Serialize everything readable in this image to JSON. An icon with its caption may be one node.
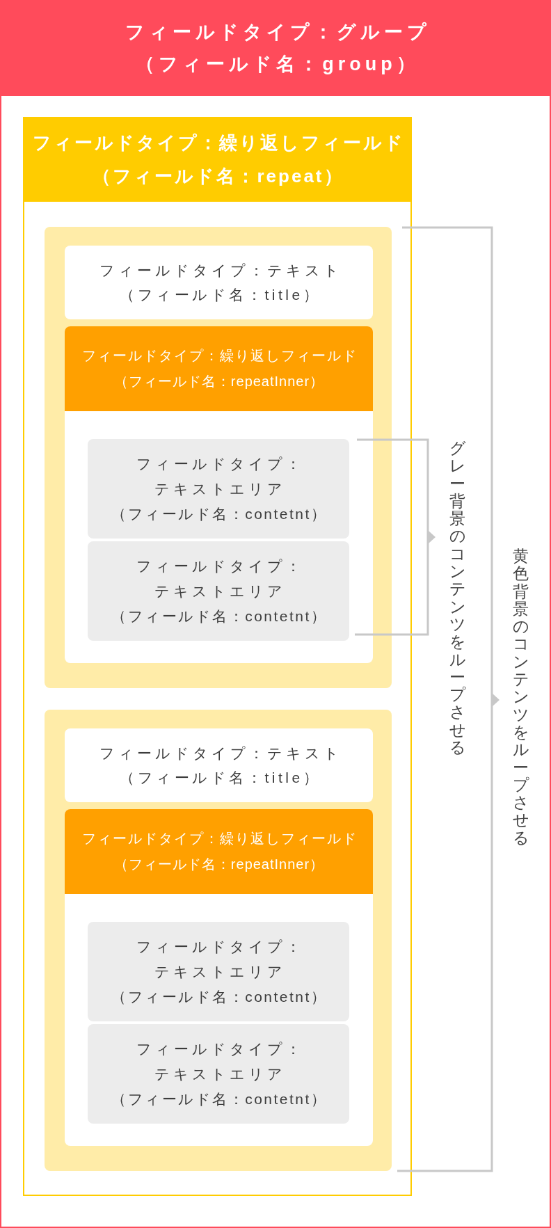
{
  "diagram": {
    "nodes": [
      {
        "text": [
          "フィールドタイプ：グループ",
          "（フィールド名：group）"
        ]
      },
      {
        "text": [
          "フィールドタイプ：繰り返しフィールド",
          "（フィールド名：repeat）"
        ],
        "in": 0
      },
      {
        "text": [],
        "shape": "box",
        "in": 1
      },
      {
        "text": [
          "フィールドタイプ：テキスト",
          "（フィールド名：title）"
        ],
        "in": 2
      },
      {
        "text": [
          "フィールドタイプ：繰り返しフィールド",
          "（フィールド名：repeatInner）"
        ],
        "in": 2
      },
      {
        "text": [
          "フィールドタイプ：テキストエリア",
          "（フィールド名：contetnt）"
        ],
        "in": 4
      },
      {
        "text": [
          "フィールドタイプ：テキストエリア",
          "（フィールド名：contetnt）"
        ],
        "in": 4
      },
      {
        "text": [],
        "shape": "box",
        "in": 1
      },
      {
        "text": [
          "フィールドタイプ：テキスト",
          "（フィールド名：title）"
        ],
        "in": 7
      },
      {
        "text": [
          "フィールドタイプ：繰り返しフィールド",
          "（フィールド名：repeatInner）"
        ],
        "in": 7
      },
      {
        "text": [
          "フィールドタイプ：テキストエリア",
          "（フィールド名：contetnt）"
        ],
        "in": 9
      },
      {
        "text": [
          "フィールドタイプ：テキストエリア",
          "（フィールド名：contetnt）"
        ],
        "in": 9
      }
    ],
    "labels": [
      "グレー背景のコンテンツをループさせる",
      "黄色背景のコンテンツをループさせる"
    ]
  }
}
